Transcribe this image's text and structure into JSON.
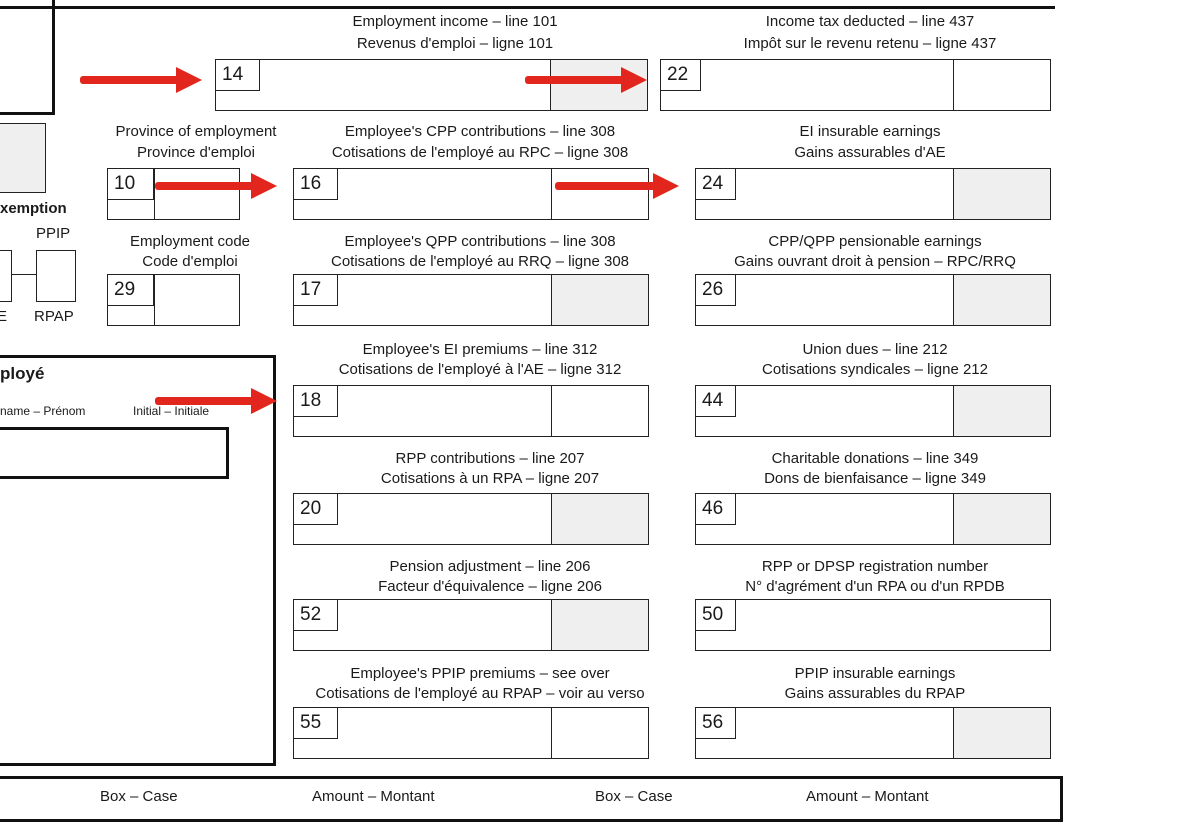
{
  "left_panel": {
    "exemption_fragment": "xemption",
    "ppip_label": "PPIP",
    "e_fragment": "E",
    "rpap_label": "RPAP",
    "employee_fragment": "ployé",
    "firstname_fragment": "name – Prénom",
    "initial_label": "Initial – Initiale"
  },
  "fields": {
    "f14": {
      "label_en": "Employment income – line 101",
      "label_fr": "Revenus d'emploi – ligne 101",
      "box": "14"
    },
    "f22": {
      "label_en": "Income tax deducted – line 437",
      "label_fr": "Impôt sur le revenu retenu – ligne 437",
      "box": "22"
    },
    "f10": {
      "label_en": "Province of employment",
      "label_fr": "Province d'emploi",
      "box": "10"
    },
    "f16": {
      "label_en": "Employee's CPP contributions – line 308",
      "label_fr": "Cotisations de l'employé au RPC – ligne 308",
      "box": "16"
    },
    "f24": {
      "label_en": "EI insurable earnings",
      "label_fr": "Gains assurables d'AE",
      "box": "24"
    },
    "f29": {
      "label_en": "Employment code",
      "label_fr": "Code d'emploi",
      "box": "29"
    },
    "f17": {
      "label_en": "Employee's QPP contributions – line 308",
      "label_fr": "Cotisations de l'employé au RRQ – ligne 308",
      "box": "17"
    },
    "f26": {
      "label_en": "CPP/QPP pensionable earnings",
      "label_fr": "Gains ouvrant droit à pension – RPC/RRQ",
      "box": "26"
    },
    "f18": {
      "label_en": "Employee's EI premiums – line 312",
      "label_fr": "Cotisations de l'employé à l'AE – ligne 312",
      "box": "18"
    },
    "f44": {
      "label_en": "Union dues – line 212",
      "label_fr": "Cotisations syndicales – ligne 212",
      "box": "44"
    },
    "f20": {
      "label_en": "RPP contributions – line 207",
      "label_fr": "Cotisations à un RPA – ligne 207",
      "box": "20"
    },
    "f46": {
      "label_en": "Charitable donations – line 349",
      "label_fr": "Dons de bienfaisance – ligne 349",
      "box": "46"
    },
    "f52": {
      "label_en": "Pension adjustment – line 206",
      "label_fr": "Facteur d'équivalence – ligne 206",
      "box": "52"
    },
    "f50": {
      "label_en": "RPP or DPSP registration number",
      "label_fr": "N° d'agrément d'un RPA ou d'un RPDB",
      "box": "50"
    },
    "f55": {
      "label_en": "Employee's PPIP premiums – see over",
      "label_fr": "Cotisations de l'employé au RPAP – voir au verso",
      "box": "55"
    },
    "f56": {
      "label_en": "PPIP insurable earnings",
      "label_fr": "Gains assurables du RPAP",
      "box": "56"
    }
  },
  "footer": {
    "box_case_1": "Box – Case",
    "amount_1": "Amount – Montant",
    "box_case_2": "Box – Case",
    "amount_2": "Amount – Montant"
  },
  "colors": {
    "arrow": "#e2261d",
    "shade": "#efefef"
  }
}
